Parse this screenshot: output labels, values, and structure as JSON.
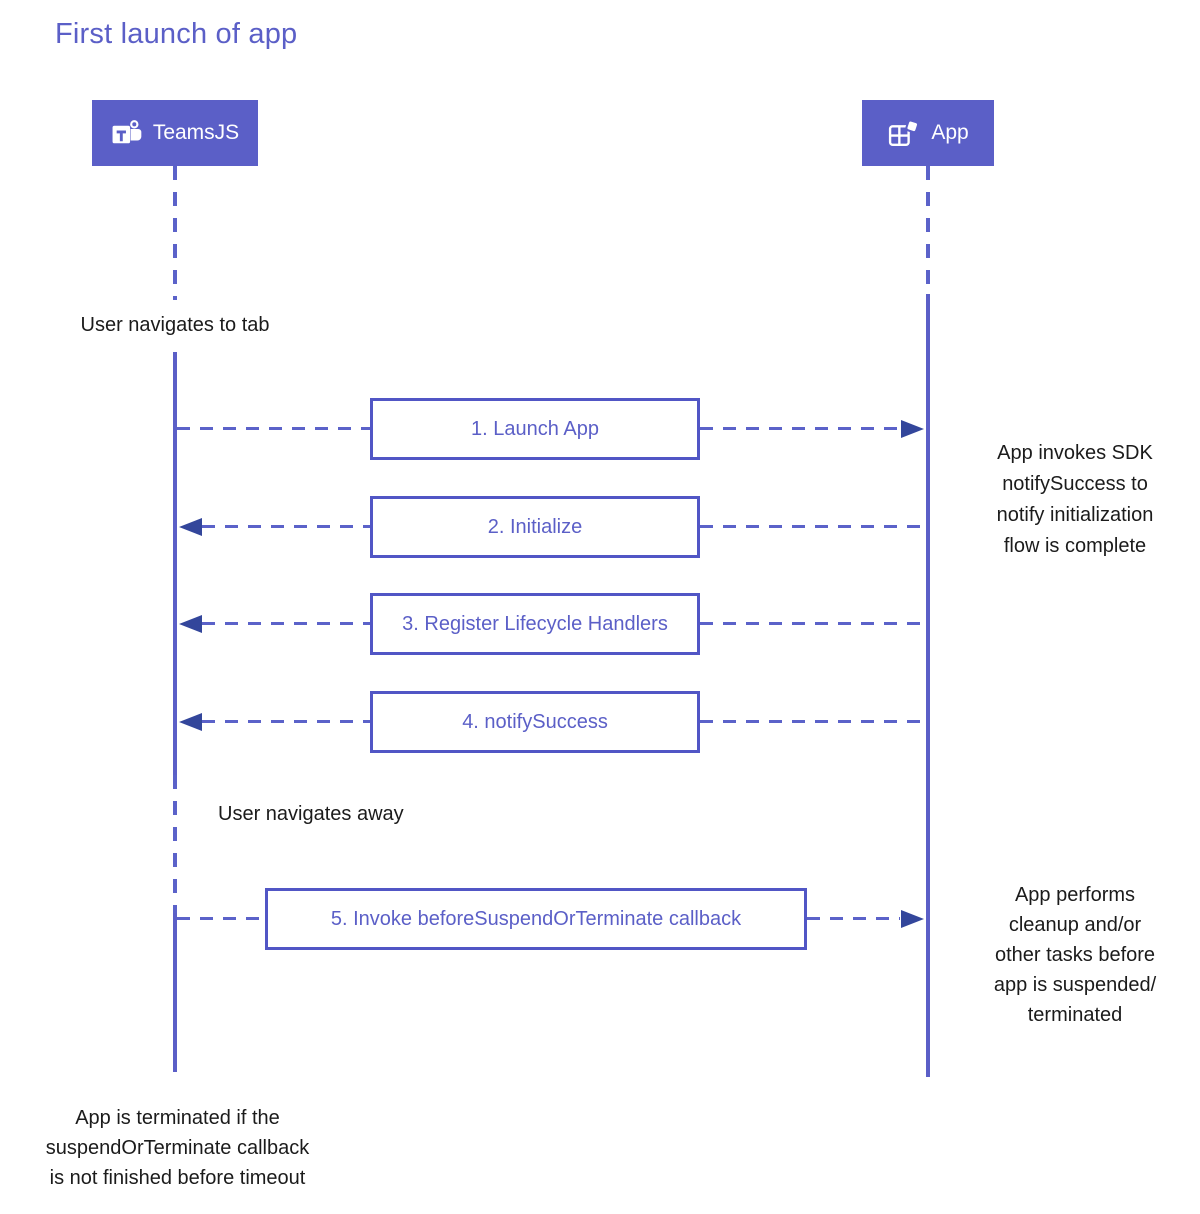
{
  "title": "First launch of app",
  "actors": {
    "teamsjs": {
      "label": "TeamsJS"
    },
    "app": {
      "label": "App"
    }
  },
  "messages": [
    {
      "label": "1. Launch App",
      "direction": "right",
      "from": "TeamsJS",
      "to": "App"
    },
    {
      "label": "2. Initialize",
      "direction": "left",
      "from": "App",
      "to": "TeamsJS"
    },
    {
      "label": "3. Register Lifecycle Handlers",
      "direction": "left",
      "from": "App",
      "to": "TeamsJS"
    },
    {
      "label": "4. notifySuccess",
      "direction": "left",
      "from": "App",
      "to": "TeamsJS"
    },
    {
      "label": "5. Invoke beforeSuspendOrTerminate callback",
      "direction": "right",
      "from": "TeamsJS",
      "to": "App"
    }
  ],
  "notes": {
    "navigate_tab": "User navigates to tab",
    "navigate_away": "User navigates away",
    "sdk": "App invokes SDK\nnotifySuccess to\nnotify initialization\nflow is complete",
    "cleanup": "App performs\ncleanup and/or\nother tasks before\napp is suspended/\nterminated",
    "timeout": "App is terminated if the\nsuspendOrTerminate callback\nis not finished before timeout"
  },
  "colors": {
    "primary": "#5B5FC7",
    "box_border": "#5156C5",
    "arrowhead": "#33469B",
    "text_dark": "#1B1B1B",
    "background": "#FFFFFF"
  }
}
